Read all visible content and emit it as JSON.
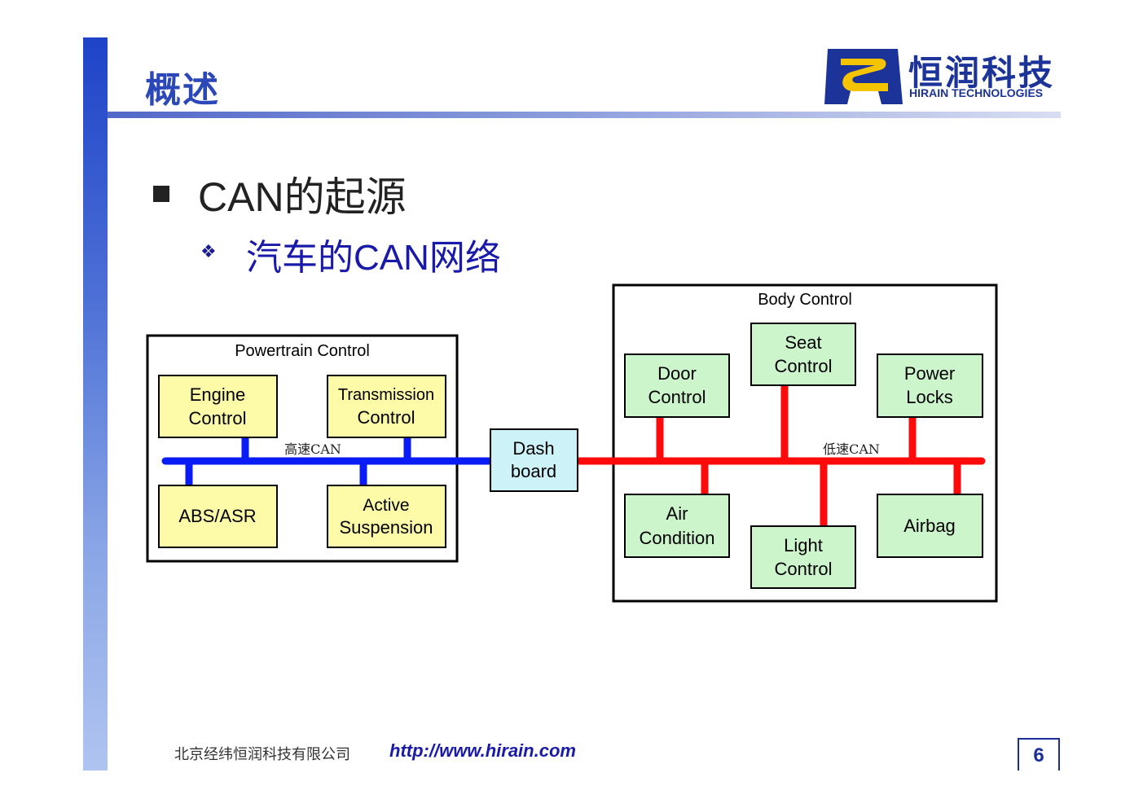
{
  "header": {
    "title": "概述"
  },
  "logo": {
    "cn": "恒润科技",
    "en": "HIRAIN TECHNOLOGIES",
    "brand_color": "#1c3399",
    "accent_color": "#f5c400"
  },
  "content": {
    "heading": "CAN的起源",
    "subheading": "汽车的CAN网络",
    "subheading_bullet": "❖"
  },
  "diagram": {
    "powertrain": {
      "title": "Powertrain Control",
      "bus_label": "高速CAN",
      "bus_color": "#0a1cf5",
      "nodes": {
        "engine": [
          "Engine",
          "Control"
        ],
        "transmission": [
          "Transmission",
          "Control"
        ],
        "abs": [
          "ABS/ASR"
        ],
        "suspension": [
          "Active",
          "Suspension"
        ]
      },
      "node_color": "#fdfaa8"
    },
    "dashboard": {
      "lines": [
        "Dash",
        "board"
      ],
      "color": "#cdf2f8"
    },
    "body": {
      "title": "Body Control",
      "bus_label": "低速CAN",
      "bus_color": "#ff0a0a",
      "nodes": {
        "door": [
          "Door",
          "Control"
        ],
        "seat": [
          "Seat",
          "Control"
        ],
        "power_locks": [
          "Power",
          "Locks"
        ],
        "air": [
          "Air",
          "Condition"
        ],
        "light": [
          "Light",
          "Control"
        ],
        "airbag": [
          "Airbag"
        ]
      },
      "node_color": "#ccf5cc"
    }
  },
  "footer": {
    "company": "北京经纬恒润科技有限公司",
    "url": "http://www.hirain.com",
    "page": "6"
  }
}
